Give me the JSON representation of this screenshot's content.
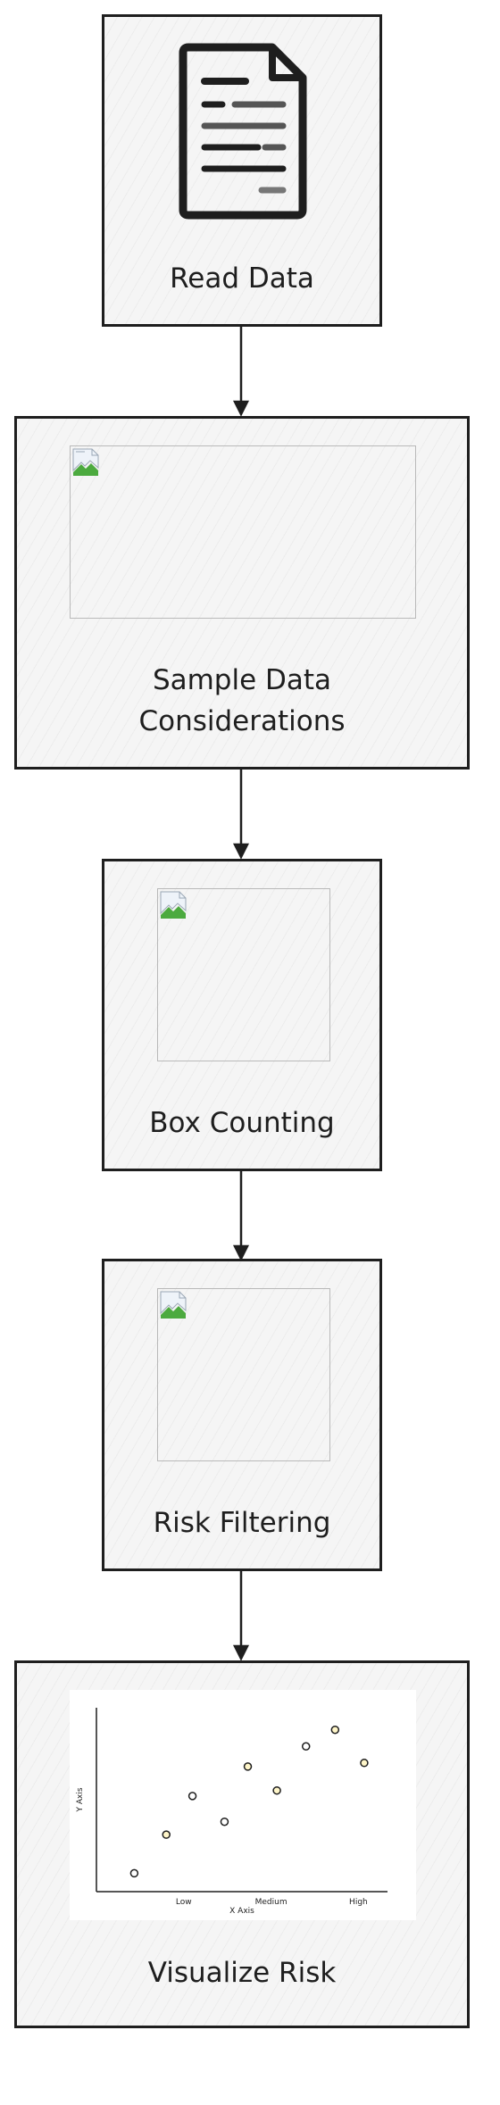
{
  "nodes": [
    {
      "title": "Read Data",
      "icon": "document-icon"
    },
    {
      "title_line1": "Sample Data",
      "title_line2": "Considerations",
      "image": "broken-image-icon"
    },
    {
      "title": "Box Counting",
      "image": "broken-image-icon"
    },
    {
      "title": "Risk Filtering",
      "image": "broken-image-icon"
    },
    {
      "title": "Visualize Risk"
    }
  ],
  "chart_data": {
    "type": "scatter",
    "x_categories": [
      "Low",
      "Medium",
      "High"
    ],
    "xlabel": "X Axis",
    "ylabel": "Y Axis",
    "points": [
      {
        "x": 0.15,
        "y": 0.1,
        "fill": "#ffffff"
      },
      {
        "x": 0.7,
        "y": 0.31,
        "fill": "#fff6c9"
      },
      {
        "x": 1.15,
        "y": 0.52,
        "fill": "#ffffff"
      },
      {
        "x": 1.7,
        "y": 0.38,
        "fill": "#ffffff"
      },
      {
        "x": 2.1,
        "y": 0.68,
        "fill": "#fff6c9"
      },
      {
        "x": 2.6,
        "y": 0.55,
        "fill": "#fff6c9"
      },
      {
        "x": 3.1,
        "y": 0.79,
        "fill": "#ffffff"
      },
      {
        "x": 3.6,
        "y": 0.88,
        "fill": "#fff6c9"
      },
      {
        "x": 4.1,
        "y": 0.7,
        "fill": "#fff6c9"
      }
    ],
    "xlim": [
      -0.5,
      4.5
    ],
    "ylim": [
      0,
      1
    ],
    "grid": false,
    "legend": "none"
  },
  "colors": {
    "stroke": "#1e1e1e",
    "node_fill": "#f5f5f5",
    "image_border": "#b9b9b9"
  }
}
